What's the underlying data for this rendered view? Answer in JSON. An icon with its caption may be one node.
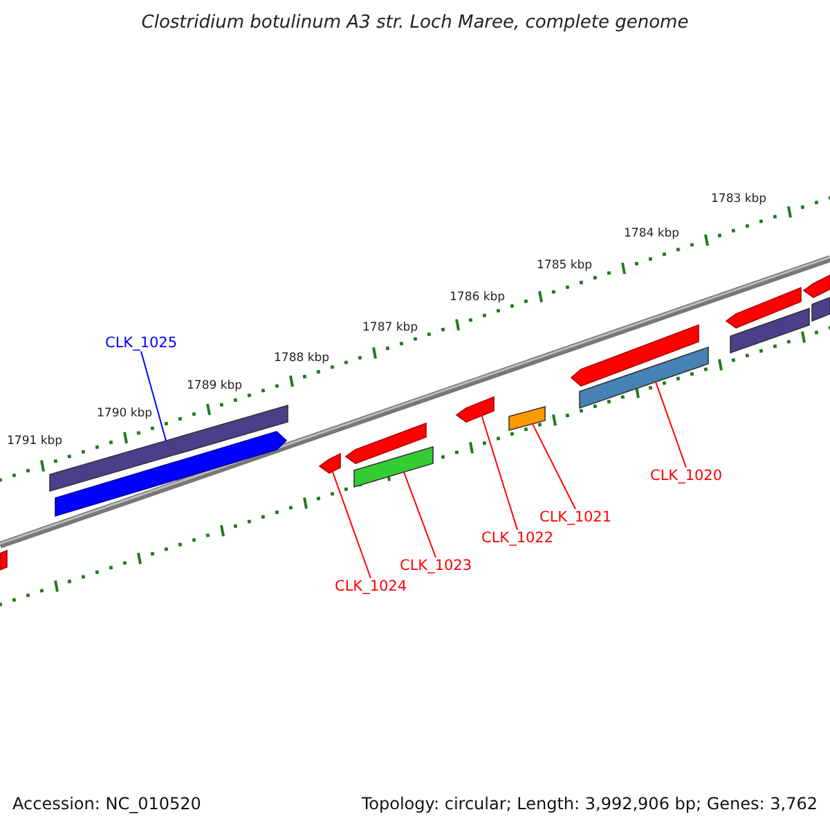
{
  "diagram": {
    "title": "Clostridium botulinum A3 str. Loch Maree, complete genome",
    "nodes": [
      {
        "text": [
          "CLK_1025"
        ]
      },
      {
        "text": [],
        "shape": "bar"
      },
      {
        "text": [
          "CLK_1020"
        ]
      },
      {
        "text": [],
        "shape": "bar"
      },
      {
        "text": [
          "CLK_1021"
        ]
      },
      {
        "text": [],
        "shape": "bar"
      },
      {
        "text": [
          "CLK_1022"
        ]
      },
      {
        "text": [],
        "shape": "pentagon"
      },
      {
        "text": [
          "CLK_1023"
        ]
      },
      {
        "text": [],
        "shape": "bar"
      },
      {
        "text": [
          "CLK_1024"
        ]
      },
      {
        "text": [],
        "shape": "pentagon"
      }
    ],
    "edges": [
      {
        "from": 0,
        "to": 1,
        "arrow": "none",
        "color": "#0000ff"
      },
      {
        "from": 2,
        "to": 3,
        "arrow": "none"
      },
      {
        "from": 4,
        "to": 5,
        "arrow": "none"
      },
      {
        "from": 6,
        "to": 7,
        "arrow": "none"
      },
      {
        "from": 8,
        "to": 9,
        "arrow": "none"
      },
      {
        "from": 10,
        "to": 11,
        "arrow": "none"
      }
    ],
    "labels": [
      "1783 kbp",
      "1784 kbp",
      "1785 kbp",
      "1786 kbp",
      "1787 kbp",
      "1788 kbp",
      "1789 kbp",
      "1790 kbp",
      "1791 kbp",
      "Accession: NC_010520",
      "Topology: circular; Length: 3,992,906 bp; Genes: 3,762"
    ]
  }
}
